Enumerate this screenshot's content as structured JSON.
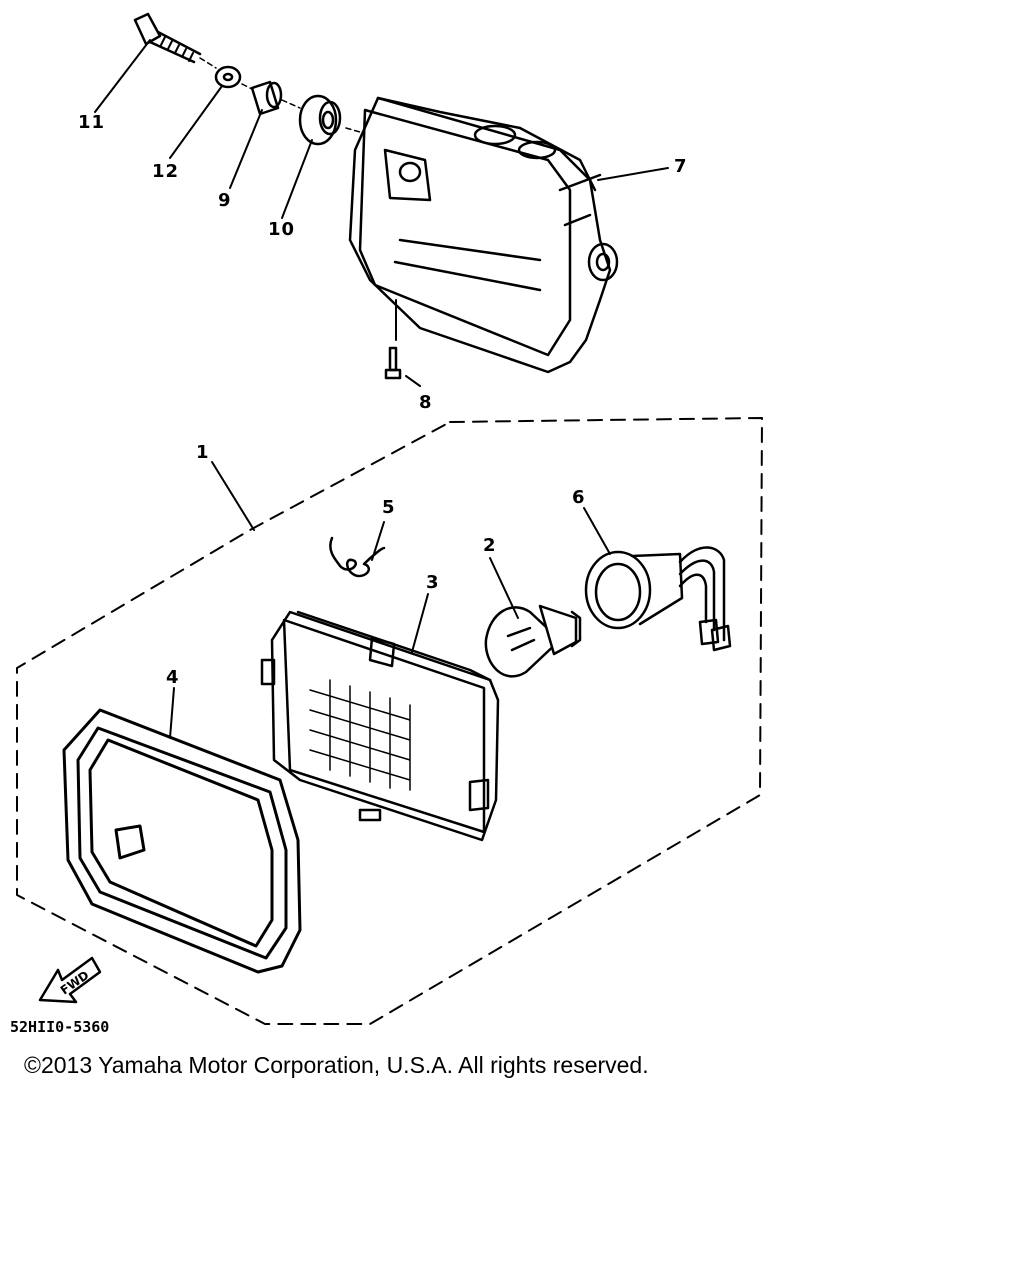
{
  "callouts": {
    "c1": "1",
    "c2": "2",
    "c3": "3",
    "c4": "4",
    "c5": "5",
    "c6": "6",
    "c7": "7",
    "c8": "8",
    "c9": "9",
    "c10": "10",
    "c11": "11",
    "c12": "12"
  },
  "fwd_label": "FWD",
  "part_code": "52HII0-5360",
  "copyright": "©2013 Yamaha Motor Corporation, U.S.A. All rights reserved.",
  "colors": {
    "ink": "#000000",
    "paper": "#ffffff"
  }
}
